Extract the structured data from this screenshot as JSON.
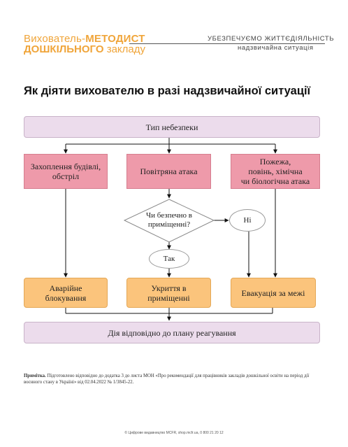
{
  "header": {
    "brand_part1": "Вихователь-",
    "brand_part2": "МЕТОДИСТ",
    "brand_part3": "ДОШКІЛЬНОГО",
    "brand_part4": " закладу",
    "section_title": "УБЕЗПЕЧУЄМО ЖИТТЄДІЯЛЬНІСТЬ",
    "section_subtitle": "надзвичайна ситуація"
  },
  "title": "Як діяти вихователю в разі надзвичайної ситуації",
  "flow": {
    "top": "Тип небезпеки",
    "hazard_1": "Захоплення будівлі, обстріл",
    "hazard_2": "Повітряна атака",
    "hazard_3_line1": "Пожежа,",
    "hazard_3_line2": "повінь, хімічна",
    "hazard_3_line3": "чи біологічна атака",
    "question_line1": "Чи безпечно в",
    "question_line2": "приміщенні?",
    "answer_no": "Ні",
    "answer_yes": "Так",
    "action_1_line1": "Аварійне",
    "action_1_line2": "блокування",
    "action_2_line1": "Укриття в",
    "action_2_line2": "приміщенні",
    "action_3": "Евакуація за межі",
    "bottom": "Дія відповідно до плану реагування"
  },
  "note": {
    "label": "Примітка.",
    "text": " Підготовлено відповідно до додатка 3 до листа МОН «Про рекомендації для працівників закладів дошкільної освіти на період дії воєнного стану в Україні» від 02.04.2022 № 1/3845-22."
  },
  "footer": "© Цифрове видавництво MCFR, shop.mcfr.ua, 0 800 21 20 12",
  "colors": {
    "brand": "#f0a53a",
    "lavender": "#ecdcec",
    "pink": "#ee9aaa",
    "orange": "#fbc47c"
  }
}
